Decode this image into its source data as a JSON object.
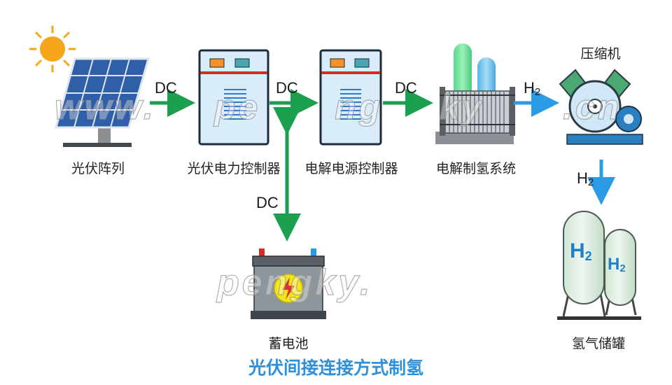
{
  "components": {
    "pv_array": "光伏阵列",
    "pv_controller": "光伏电力控制器",
    "electrolysis_controller": "电解电源控制器",
    "electrolysis_system": "电解制氢系统",
    "compressor": "压缩机",
    "battery": "蓄电池",
    "h2_storage": "氢气储罐"
  },
  "flows": {
    "dc_1": "DC",
    "dc_2": "DC",
    "dc_3": "DC",
    "dc_battery": "DC",
    "h2_compressor_main": "H",
    "h2_compressor_sub": "2",
    "h2_storage_main": "H",
    "h2_storage_sub": "2"
  },
  "tank_labels": {
    "large_main": "H",
    "large_sub": "2",
    "small_main": "H",
    "small_sub": "2"
  },
  "caption": "光伏间接连接方式制氢",
  "watermark": {
    "line1_a": "www.",
    "line1_b": "pe",
    "line1_c": "ng",
    "line1_d": "ky",
    "line1_e": ".cn",
    "line2": "pengky."
  },
  "colors": {
    "dc_arrow": "#1ba04f",
    "h2_arrow": "#2a9be4",
    "caption": "#2f8fd8",
    "controller_body": "#d9ecf9",
    "controller_stripe": "#d62b2b",
    "sun": "#f7a51a"
  }
}
